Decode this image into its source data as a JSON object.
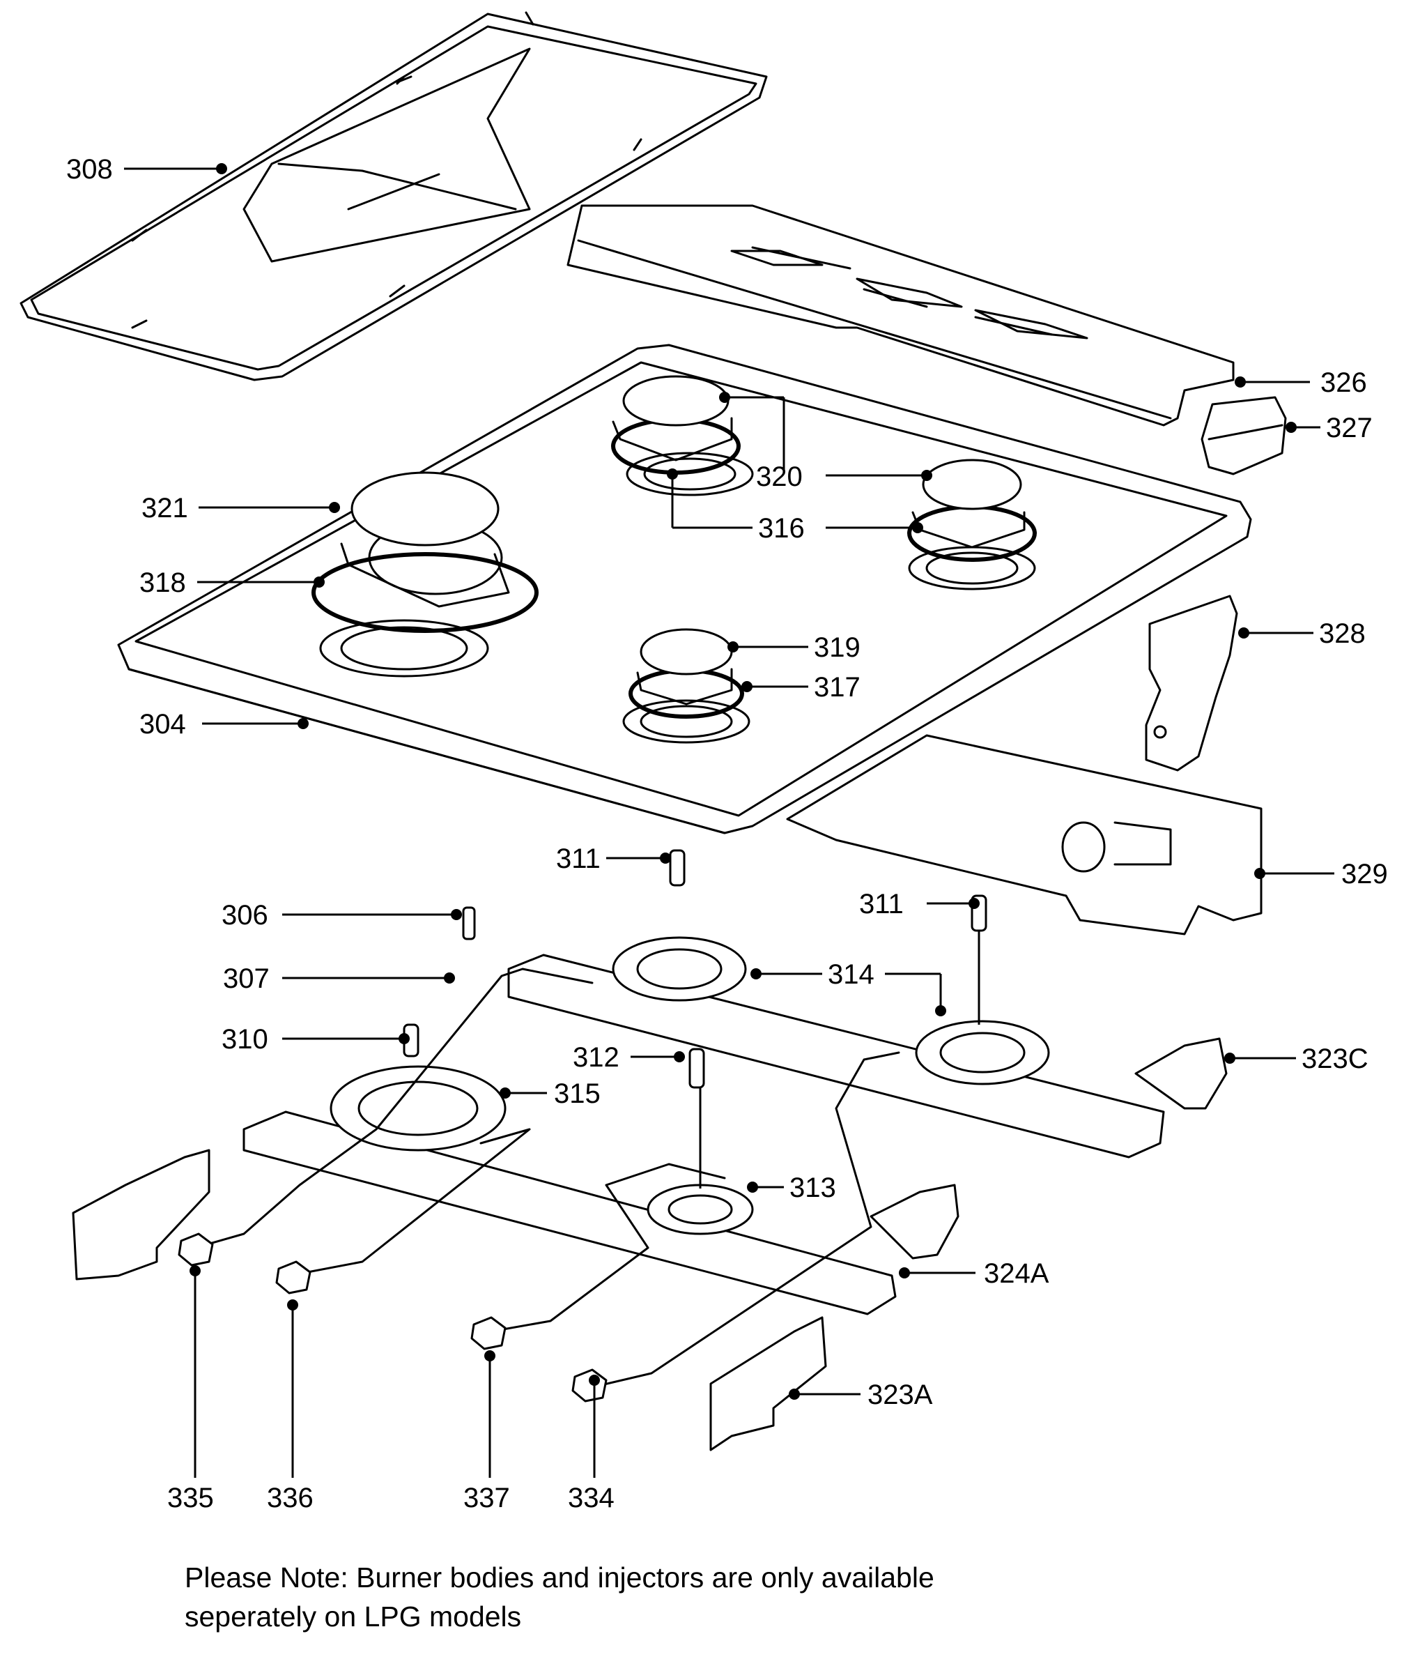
{
  "note": {
    "line1": "Please Note: Burner bodies and injectors are only available",
    "line2": "seperately on LPG models"
  },
  "callouts": [
    {
      "id": "c308",
      "label": "308"
    },
    {
      "id": "c326",
      "label": "326"
    },
    {
      "id": "c327",
      "label": "327"
    },
    {
      "id": "c320",
      "label": "320"
    },
    {
      "id": "c321",
      "label": "321"
    },
    {
      "id": "c316",
      "label": "316"
    },
    {
      "id": "c318",
      "label": "318"
    },
    {
      "id": "c319",
      "label": "319"
    },
    {
      "id": "c328",
      "label": "328"
    },
    {
      "id": "c317",
      "label": "317"
    },
    {
      "id": "c304",
      "label": "304"
    },
    {
      "id": "c311a",
      "label": "311"
    },
    {
      "id": "c329",
      "label": "329"
    },
    {
      "id": "c311b",
      "label": "311"
    },
    {
      "id": "c306",
      "label": "306"
    },
    {
      "id": "c307",
      "label": "307"
    },
    {
      "id": "c314",
      "label": "314"
    },
    {
      "id": "c310",
      "label": "310"
    },
    {
      "id": "c312",
      "label": "312"
    },
    {
      "id": "c323c",
      "label": "323C"
    },
    {
      "id": "c315",
      "label": "315"
    },
    {
      "id": "c313",
      "label": "313"
    },
    {
      "id": "c324a",
      "label": "324A"
    },
    {
      "id": "c323a",
      "label": "323A"
    },
    {
      "id": "c335",
      "label": "335"
    },
    {
      "id": "c336",
      "label": "336"
    },
    {
      "id": "c337",
      "label": "337"
    },
    {
      "id": "c334",
      "label": "334"
    }
  ]
}
